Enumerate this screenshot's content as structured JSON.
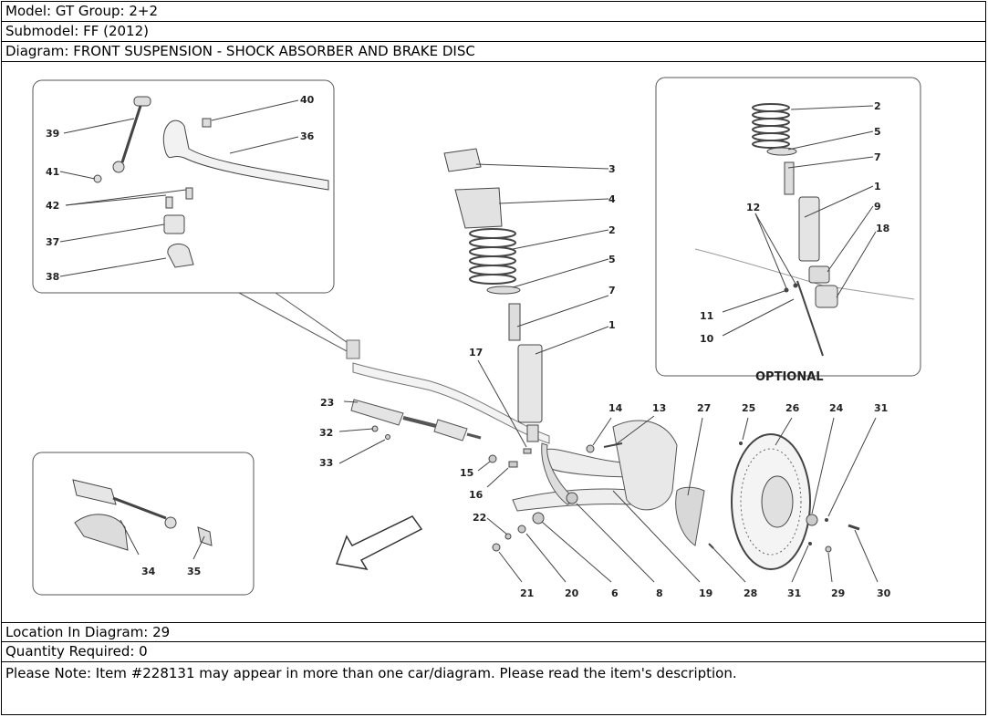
{
  "header": {
    "model": "Model: GT Group: 2+2",
    "submodel": "Submodel: FF (2012)",
    "diagram": "Diagram: FRONT SUSPENSION - SHOCK ABSORBER AND BRAKE DISC"
  },
  "footer": {
    "location": "Location In Diagram: 29",
    "quantity": "Quantity Required: 0",
    "note": "Please Note: Item #228131 may appear in more than one car/diagram. Please read the item's description."
  },
  "diagram": {
    "optional_label": "OPTIONAL",
    "callouts": {
      "c1": "1",
      "c2": "2",
      "c3": "3",
      "c4": "4",
      "c5": "5",
      "c6": "6",
      "c7": "7",
      "c8": "8",
      "c9": "9",
      "c10": "10",
      "c11": "11",
      "c12": "12",
      "c13": "13",
      "c14": "14",
      "c15": "15",
      "c16": "16",
      "c17": "17",
      "c18": "18",
      "c19": "19",
      "c20": "20",
      "c21": "21",
      "c22": "22",
      "c23": "23",
      "c24": "24",
      "c25": "25",
      "c26": "26",
      "c27": "27",
      "c28": "28",
      "c29": "29",
      "c30": "30",
      "c31": "31",
      "c32": "32",
      "c33": "33",
      "c34": "34",
      "c35": "35",
      "c36": "36",
      "c37": "37",
      "c38": "38",
      "c39": "39",
      "c40": "40",
      "c41": "41",
      "c42": "42"
    }
  }
}
